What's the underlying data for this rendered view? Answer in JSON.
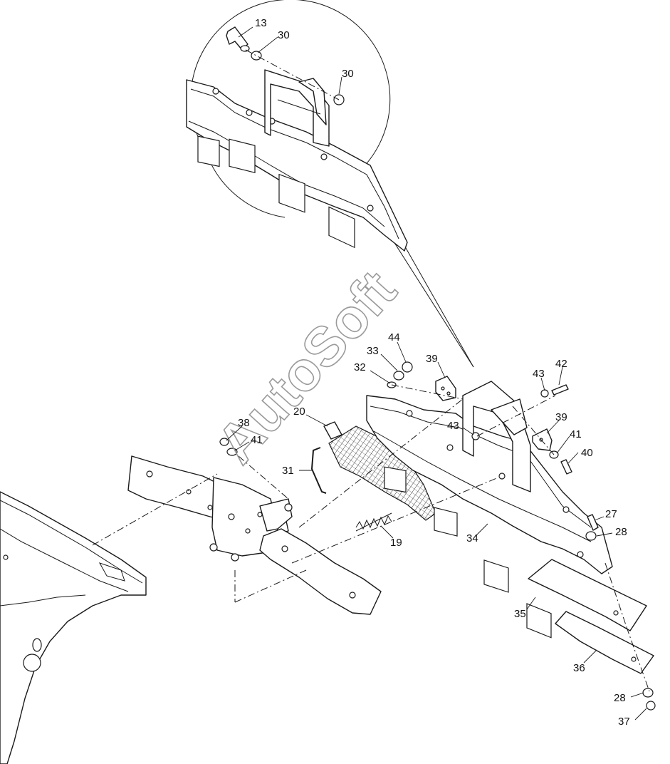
{
  "watermark": "AutoSoft",
  "callouts": [
    {
      "id": "c13a",
      "label": "13"
    },
    {
      "id": "c30a",
      "label": "30"
    },
    {
      "id": "c30b",
      "label": "30"
    },
    {
      "id": "c44",
      "label": "44"
    },
    {
      "id": "c33",
      "label": "33"
    },
    {
      "id": "c32",
      "label": "32"
    },
    {
      "id": "c39a",
      "label": "39"
    },
    {
      "id": "c43a",
      "label": "43"
    },
    {
      "id": "c42",
      "label": "42"
    },
    {
      "id": "c20",
      "label": "20"
    },
    {
      "id": "c38",
      "label": "38"
    },
    {
      "id": "c41a",
      "label": "41"
    },
    {
      "id": "c43b",
      "label": "43"
    },
    {
      "id": "c39b",
      "label": "39"
    },
    {
      "id": "c41b",
      "label": "41"
    },
    {
      "id": "c40",
      "label": "40"
    },
    {
      "id": "c31",
      "label": "31"
    },
    {
      "id": "c27",
      "label": "27"
    },
    {
      "id": "c28a",
      "label": "28"
    },
    {
      "id": "c19",
      "label": "19"
    },
    {
      "id": "c34",
      "label": "34"
    },
    {
      "id": "c35",
      "label": "35"
    },
    {
      "id": "c36",
      "label": "36"
    },
    {
      "id": "c28b",
      "label": "28"
    },
    {
      "id": "c37",
      "label": "37"
    }
  ]
}
